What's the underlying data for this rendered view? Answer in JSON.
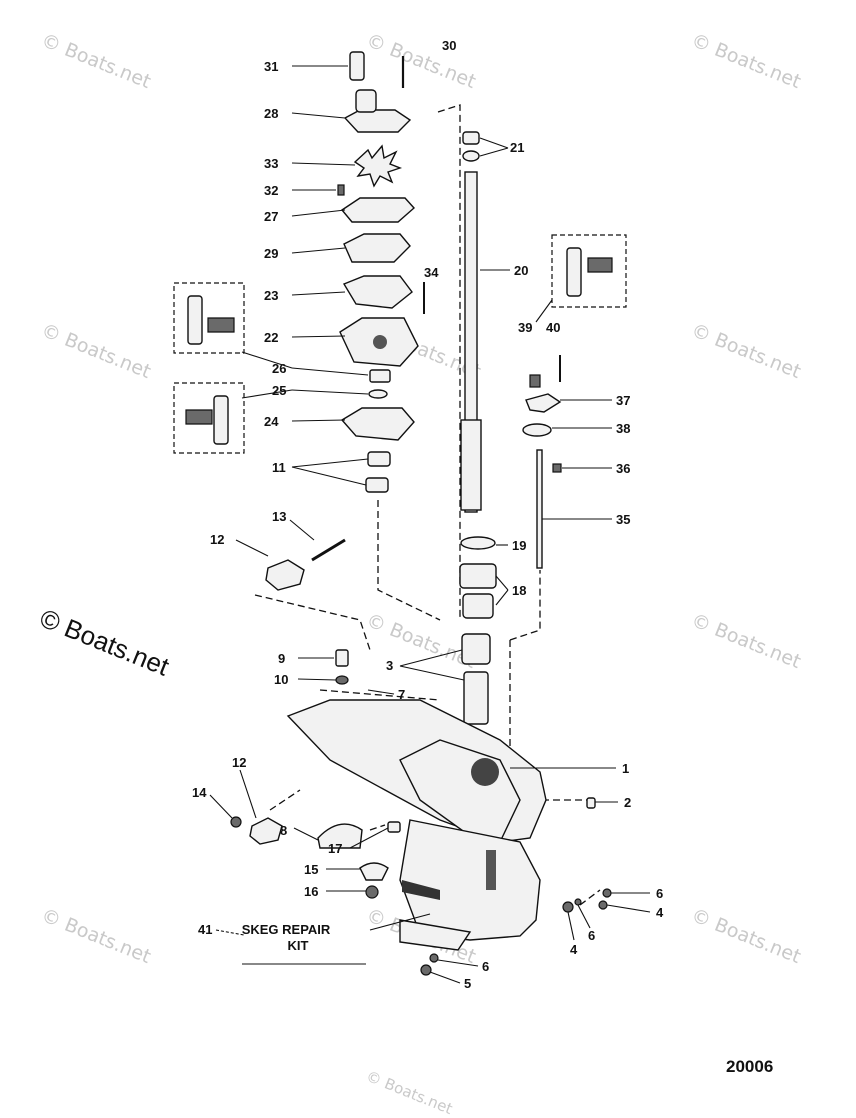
{
  "watermarks": [
    "© Boats.net",
    "© Boats.net",
    "© Boats.net",
    "© Boats.net",
    "© Boats.net",
    "© Boats.net",
    "© Boats.net",
    "© Boats.net",
    "© Boats.net",
    "© Boats.net",
    "© Boats.net",
    "© Boats.net"
  ],
  "big_watermark": "© Boats.net",
  "diagram_id": "20006",
  "kit_label_line1": "SKEG REPAIR",
  "kit_label_line2": "KIT",
  "callouts": [
    "31",
    "30",
    "28",
    "33",
    "32",
    "27",
    "29",
    "23",
    "22",
    "26",
    "25",
    "24",
    "11",
    "13",
    "12",
    "21",
    "20",
    "34",
    "39",
    "40",
    "37",
    "38",
    "36",
    "35",
    "19",
    "18",
    "3",
    "9",
    "10",
    "7",
    "1",
    "2",
    "12",
    "14",
    "8",
    "17",
    "15",
    "16",
    "6",
    "4",
    "6",
    "4",
    "41",
    "6",
    "5"
  ]
}
